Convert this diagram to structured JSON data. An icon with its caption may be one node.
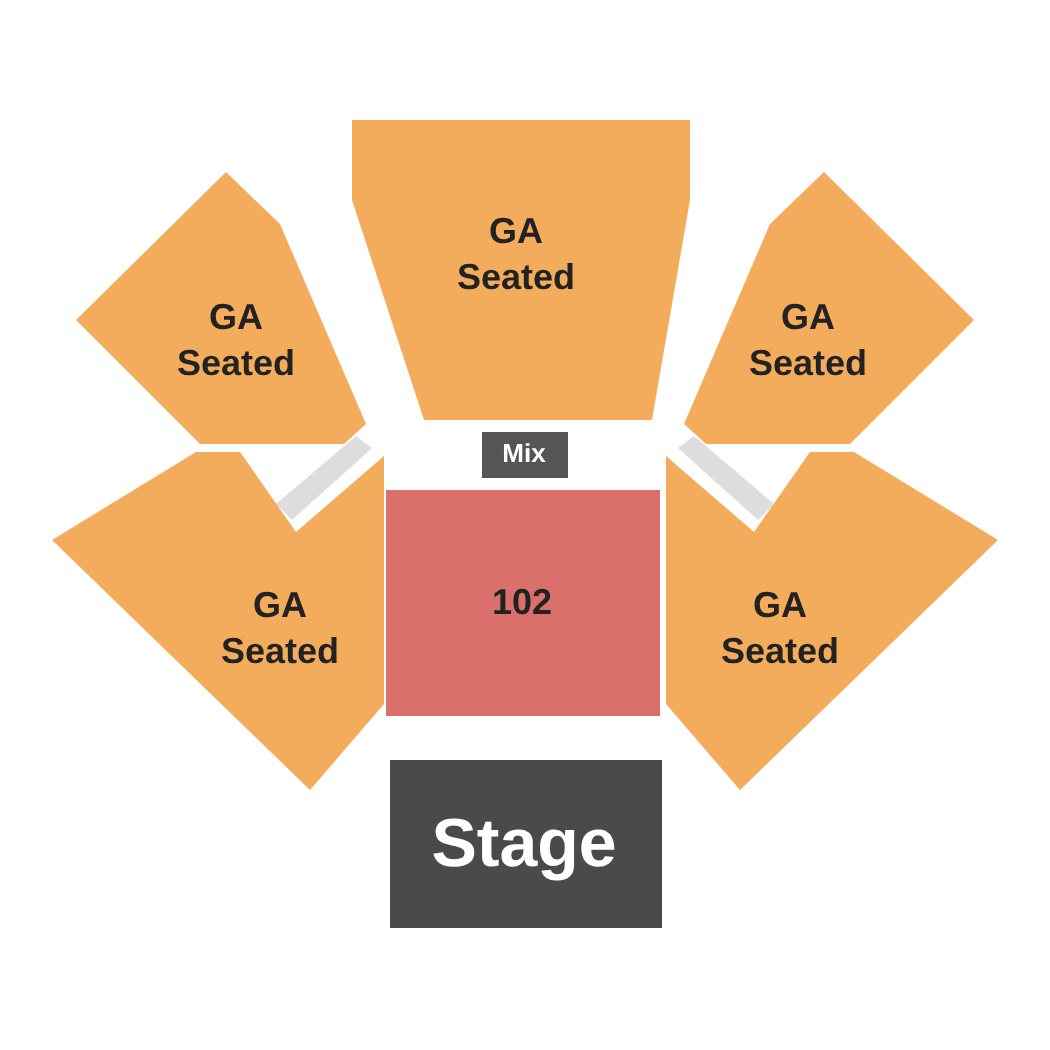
{
  "diagram": {
    "nodes": [
      {
        "text": [
          "GA Seated"
        ]
      },
      {
        "text": [
          "GA Seated"
        ]
      },
      {
        "text": [
          "GA Seated"
        ]
      },
      {
        "text": [
          "Mix"
        ]
      },
      {
        "text": [
          "GA Seated"
        ]
      },
      {
        "text": [
          "102"
        ]
      },
      {
        "text": [
          "GA Seated"
        ]
      },
      {
        "text": [
          "Stage"
        ]
      }
    ]
  }
}
